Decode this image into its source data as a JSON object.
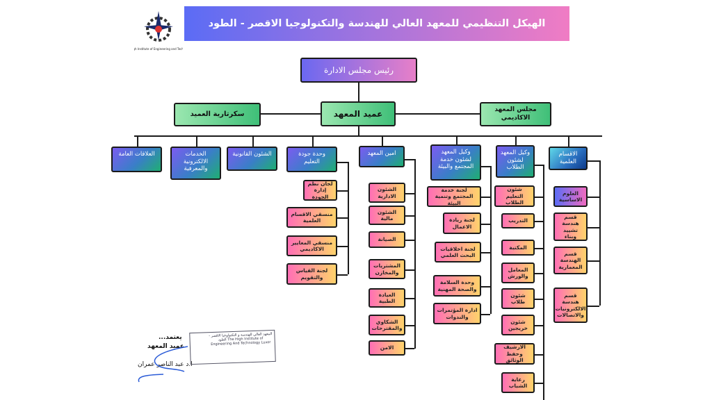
{
  "header": {
    "title": "الهيكل  التنظيمي للمعهد العالي للهندسة والتكنولوجيا  الاقصر - الطود",
    "logo_text": "The High Institute of Engineering and Technology - Luxor - الاقصر"
  },
  "chairman": "رئيس مجلس الادارة",
  "dean": "عميد المعهد",
  "secretary": "سكرتارية العميد",
  "council": "مجلس المعهد الاكاديمي",
  "units": [
    {
      "label": "العلاقات العامة",
      "children": []
    },
    {
      "label": "الخدمات الالكترونية والمعرفية",
      "children": []
    },
    {
      "label": "الشئون القانونية",
      "children": []
    },
    {
      "label": "وحدة جودة التعليم",
      "children": [
        "لجان نظم إدارة الجودة",
        "منسقي الاقسام العلمية",
        "منسقي المعايير الاكاديمي",
        "لجنة القياس والتقويم"
      ]
    },
    {
      "label": "امين المعهد",
      "children": [
        "الشئون الادارية",
        "الشئون مالية",
        "الصيانة",
        "المشتريات والمخازن",
        "العيادة الطبية",
        "الشكاوي والمقترحات",
        "الامن"
      ]
    },
    {
      "label": "وكيل المعهد لشئون خدمة المجتمع والبيئة",
      "children": [
        "لجنة خدمة المجتمع وتنمية البيئة",
        "لجنة ريادة الاعمال",
        "لجنة اخلاقيات البحث العلمي",
        "وحدة السلامة والصحة المهنية",
        "ادارة المؤتمرات والندوات"
      ]
    },
    {
      "label": "وكيل المعهد لشئون الطلاب",
      "children": [
        "شئون التعليم الطلاب",
        "التدريب",
        "المكتبة",
        "المعامل والورش",
        "شئون طلاب",
        "شئون خريجين",
        "الارشيف وحفظ الوثائق",
        "رعاية الشباب"
      ]
    },
    {
      "label": "الاقسام العلمية",
      "children": [
        "العلوم الاساسية",
        "قسم هندسة تشييد وبناء",
        "قسم الهندسة المعمارية",
        "قسم هندسة الالكترونيات والاتصالات"
      ]
    }
  ],
  "signature": {
    "approve": "يعتمد...",
    "title": "عميد المعهد",
    "name": "ا.د عبد الناصر عمران",
    "stamp_text": "المعهد العالي للهندسة و التكنولوجيا الاقصر - الطود The High Institute of Engineering And Technology Luxor"
  }
}
